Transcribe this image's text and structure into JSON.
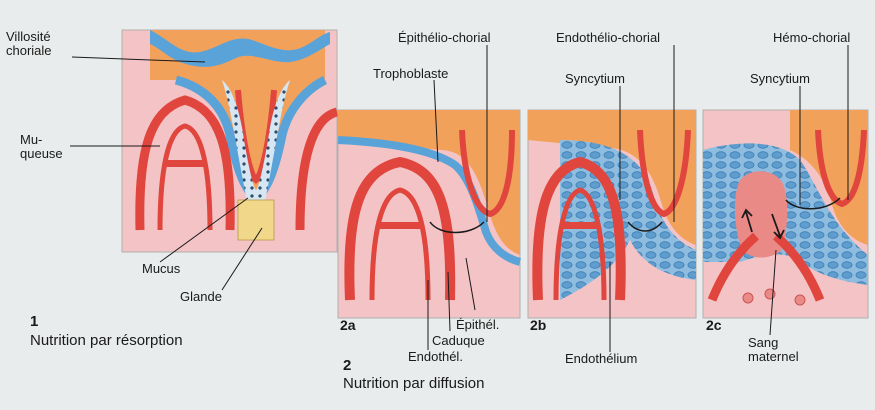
{
  "labels": {
    "villosite_choriale": "Villosité\nchoriale",
    "muqueuse": "Mu-\nqueuse",
    "mucus": "Mucus",
    "glande": "Glande",
    "panel1_number": "1",
    "panel1_caption": "Nutrition par résorption",
    "epithelio_chorial": "Épithélio-chorial",
    "trophoblaste": "Trophoblaste",
    "endothelio_chorial": "Endothélio-chorial",
    "syncytium_2b": "Syncytium",
    "hemo_chorial": "Hémo-chorial",
    "syncytium_2c": "Syncytium",
    "panel2a": "2a",
    "panel2b": "2b",
    "panel2c": "2c",
    "epithel": "Épithél.",
    "caduque": "Caduque",
    "endothel": "Endothél.",
    "panel2_number": "2",
    "panel2_caption": "Nutrition par diffusion",
    "endothelium": "Endothélium",
    "sang_maternel": "Sang\nmaternel"
  },
  "colors": {
    "background": "#e9ecec",
    "chorion_orange": "#f2a15a",
    "epithelium_blue": "#7fb2d9",
    "vessel_red": "#e0463e",
    "mucosa_pink": "#f2b9be",
    "gland_yellow": "#f0d78a",
    "blood_pink": "#e98a86"
  }
}
